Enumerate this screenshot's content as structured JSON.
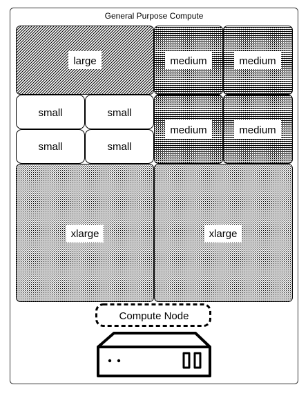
{
  "frame": {
    "title": "General Purpose Compute"
  },
  "instances": {
    "large": "large",
    "medium": "medium",
    "small": "small",
    "xlarge": "xlarge"
  },
  "node": {
    "label": "Compute Node",
    "icon": "server-icon"
  },
  "colors": {
    "stroke": "#000000",
    "fill": "#ffffff",
    "frame_border": "#333333"
  }
}
